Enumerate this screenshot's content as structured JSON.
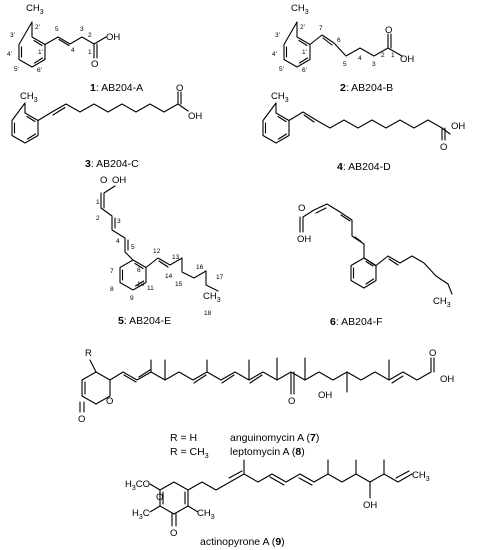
{
  "atoms": {
    "ch3": "CH",
    "ch3_sub": "3",
    "oh": "OH",
    "o": "O",
    "r": "R",
    "h3c_h": "H",
    "h3c_c": "C",
    "h3c_sub": "3",
    "oco": "O",
    "methoxy_h": "H",
    "methoxy_c": "CO",
    "methoxy_sub": "3"
  },
  "compounds": [
    {
      "number": "1",
      "name": "AB204-A"
    },
    {
      "number": "2",
      "name": "AB204-B"
    },
    {
      "number": "3",
      "name": "AB204-C"
    },
    {
      "number": "4",
      "name": "AB204-D"
    },
    {
      "number": "5",
      "name": "AB204-E"
    },
    {
      "number": "6",
      "name": "AB204-F"
    }
  ],
  "leptomycin": {
    "r_h": "R = H",
    "r_ch3_prefix": "R = CH",
    "r_ch3_sub": "3",
    "name_7": "anguinomycin A",
    "num_7": "7",
    "name_8": "leptomycin A",
    "num_8": "8"
  },
  "actinopyrone": {
    "name": "actinopyrone A",
    "number": "9"
  },
  "locants": {
    "c1": {
      "n3p": "3'",
      "n2p": "2'",
      "n4p": "4'",
      "n1p": "1'",
      "n5p": "5'",
      "n6p": "6'",
      "n5": "5",
      "n4": "4",
      "n3": "3",
      "n2": "2",
      "n1": "1"
    },
    "c2": {
      "n3p": "3'",
      "n2p": "2'",
      "n4p": "4'",
      "n1p": "1'",
      "n5p": "5'",
      "n6p": "6'",
      "n7": "7",
      "n6": "6",
      "n5": "5",
      "n4": "4",
      "n3": "3",
      "n2": "2",
      "n1": "1"
    },
    "c5": {
      "n1": "1",
      "n2": "2",
      "n3": "3",
      "n4": "4",
      "n5": "5",
      "n6": "6",
      "n7": "7",
      "n8": "8",
      "n9": "9",
      "n10": "10",
      "n11": "11",
      "n12": "12",
      "n13": "13",
      "n14": "14",
      "n15": "15",
      "n16": "16",
      "n17": "17",
      "n18": "18"
    }
  }
}
